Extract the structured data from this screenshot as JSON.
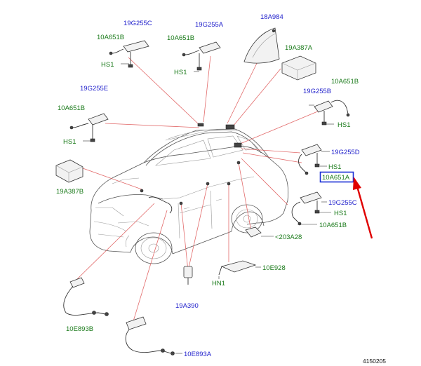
{
  "labels": {
    "19G255C": "19G255C",
    "10A651B_tl": "10A651B",
    "HS1_tl": "HS1",
    "19G255A": "19G255A",
    "10A651B_tc": "10A651B",
    "HS1_tc": "HS1",
    "18A984": "18A984",
    "19A387A": "19A387A",
    "19G255E": "19G255E",
    "10A651B_l": "10A651B",
    "HS1_l": "HS1",
    "19G255B": "19G255B",
    "10A651B_r": "10A651B",
    "HS1_r": "HS1",
    "19G255D": "19G255D",
    "HS1_rd": "HS1",
    "10A651A": "10A651A",
    "19A387B": "19A387B",
    "19G255C_r": "19G255C",
    "HS1_rc": "HS1",
    "10A651B_rc": "10A651B",
    "203A28": "<203A28",
    "10E928": "10E928",
    "HN1": "HN1",
    "19A390": "19A390",
    "10E893B": "10E893B",
    "10E893A": "10E893A",
    "ref": "4150205"
  },
  "colors": {
    "highlight_box": "#1a2fd6",
    "arrow": "#e00000",
    "leader": "#e26a6a"
  }
}
